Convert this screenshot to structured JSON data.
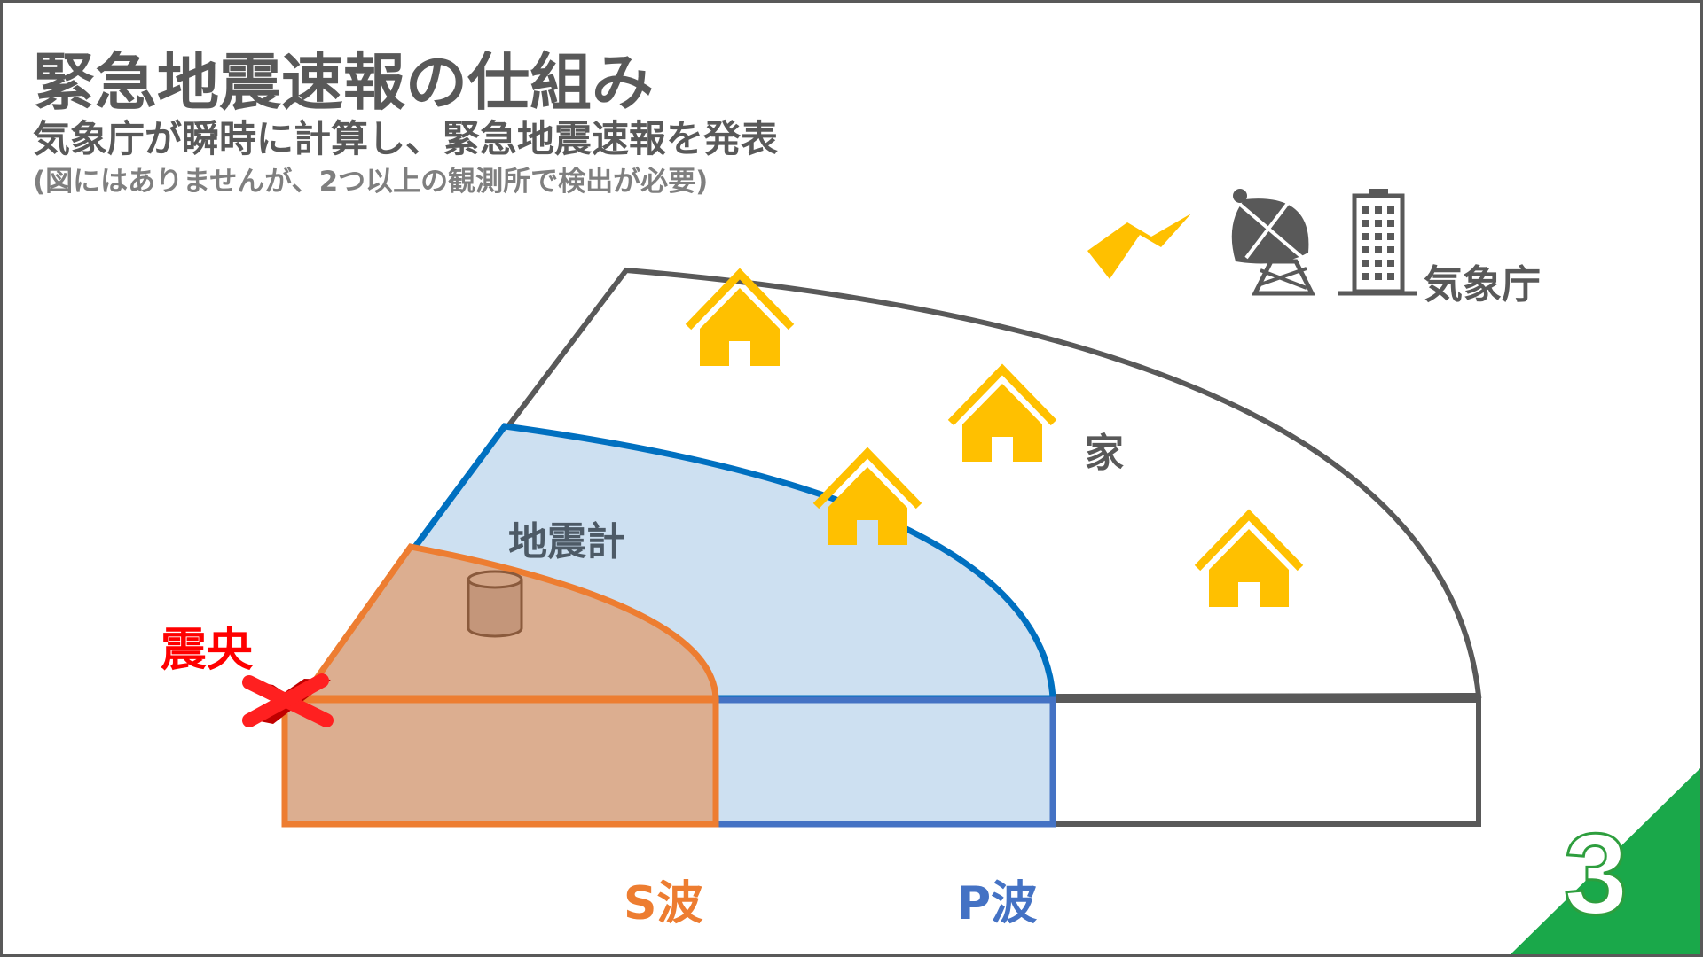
{
  "slide": {
    "title": "緊急地震速報の仕組み",
    "subtitle": "気象庁が瞬時に計算し、緊急地震速報を発表",
    "note": "(図にはありませんが、2つ以上の観測所で検出が必要)",
    "page_number": "3"
  },
  "labels": {
    "agency": "気象庁",
    "house": "家",
    "seismometer": "地震計",
    "epicenter": "震央",
    "s_wave": "S波",
    "p_wave": "P波"
  },
  "icons": {
    "house": "house-icon",
    "antenna": "satellite-dish-icon",
    "building": "building-icon",
    "signal": "lightning-icon",
    "epicenter": "x-mark-icon",
    "seismometer": "cylinder-icon"
  },
  "colors": {
    "text": "#595959",
    "s_wave": "#ed7d31",
    "s_wave_fill": "#dcae90",
    "p_wave": "#4472c4",
    "p_wave_fill": "#cde0f1",
    "house": "#ffc000",
    "epicenter": "#ff0000",
    "page_badge": "#1aa84a"
  }
}
